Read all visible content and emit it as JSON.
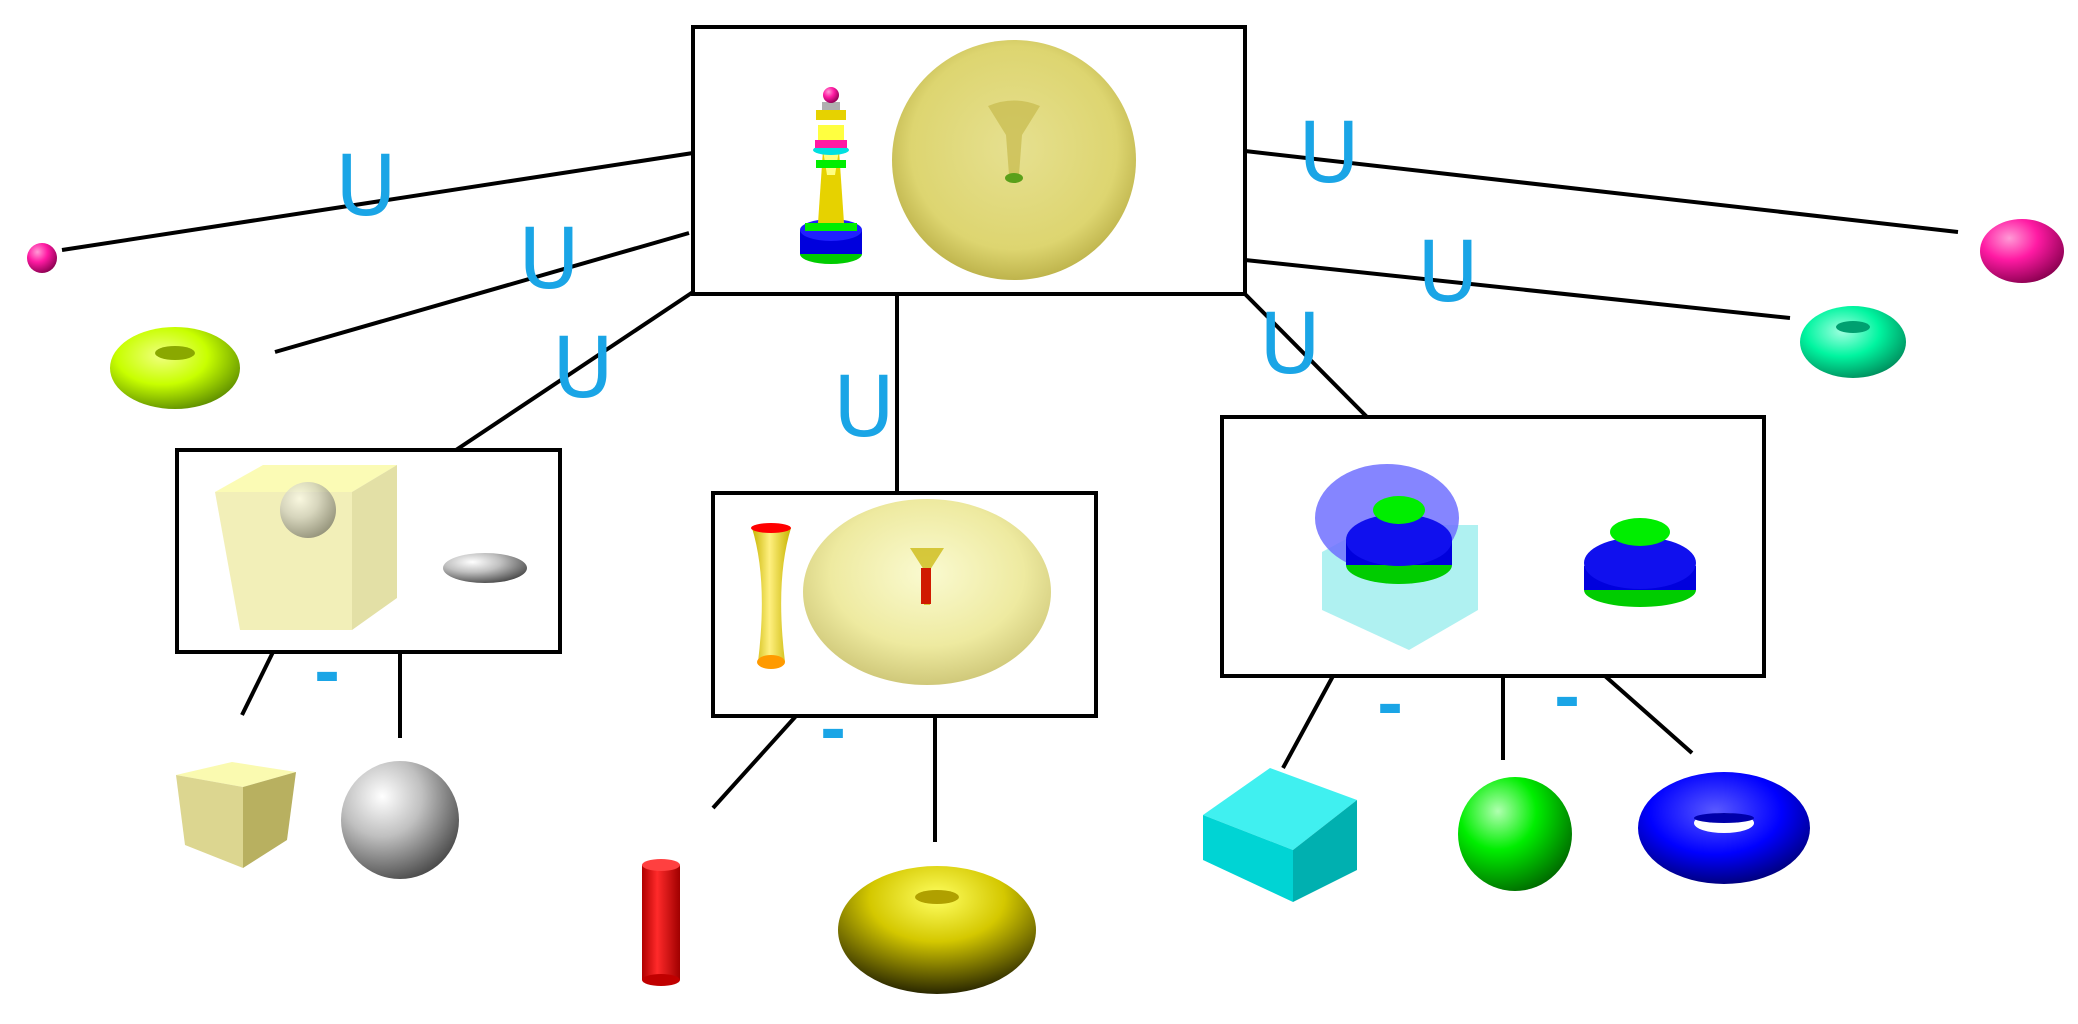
{
  "operators": {
    "union": "U",
    "difference": "-"
  },
  "colors": {
    "operator_label": "#1aa5e6",
    "edge": "#000000",
    "panel_border": "#000000",
    "pale_yellow": "#f2f0a0",
    "yellow": "#ffff00",
    "red": "#ff0000",
    "cyan": "#00ffff",
    "green": "#00ff00",
    "blue": "#0000ff",
    "magenta": "#ff1aa3",
    "lime": "#c8ff00",
    "aquamarine": "#00f5a0",
    "gray": "#b0b0b0"
  },
  "nodes": {
    "root": {
      "content": "chess-king-with-hollowed-torus"
    },
    "left_branch": {
      "content": "cube-minus-sphere"
    },
    "middle_branch": {
      "content": "torus-minus-cylinder"
    },
    "right_branch": {
      "content": "cube-minus-sphere-minus-torus"
    }
  },
  "leaves": {
    "small_magenta_sphere": "sphere",
    "lime_torus": "torus",
    "magenta_ellipsoid": "ellipsoid",
    "aqua_torus": "torus",
    "yellow_cube": "cube",
    "gray_sphere": "sphere",
    "red_cylinder": "cylinder",
    "yellow_torus": "torus",
    "cyan_cube": "cube",
    "green_sphere": "sphere",
    "blue_torus": "torus"
  }
}
